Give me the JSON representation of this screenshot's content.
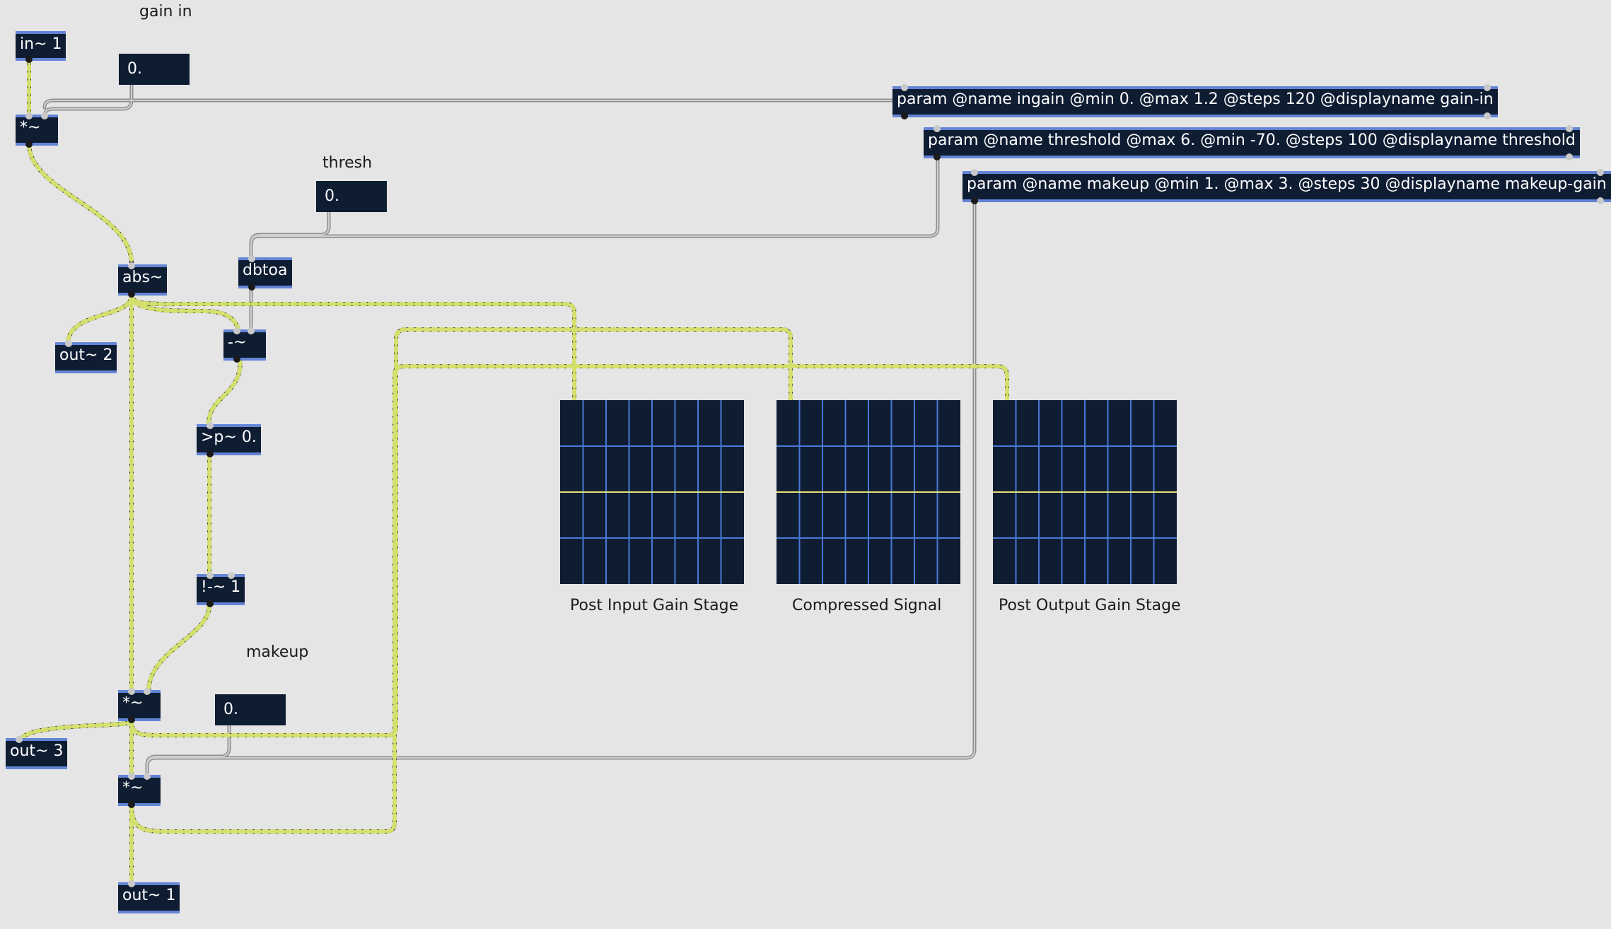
{
  "comments": {
    "gain_in": "gain in",
    "thresh": "thresh",
    "makeup": "makeup"
  },
  "objects": {
    "in1": "in~ 1",
    "mul_in": "*~",
    "abs": "abs~",
    "dbtoa": "dbtoa",
    "minus": "-~",
    "out2": "out~ 2",
    "gtp": ">p~ 0.",
    "rminus": "!-~ 1",
    "mul_comp": "*~",
    "out3": "out~ 3",
    "mul_makeup": "*~",
    "out1": "out~ 1",
    "param_ingain": "param @name ingain @min 0. @max 1.2 @steps 120 @displayname gain-in",
    "param_threshold": "param @name threshold @max 6. @min -70. @steps 100 @displayname threshold",
    "param_makeup": "param @name makeup @min 1. @max 3. @steps 30 @displayname makeup-gain"
  },
  "number_boxes": {
    "gain_in_value": "0.",
    "thresh_value": "0.",
    "makeup_value": "0."
  },
  "scopes": {
    "post_input": "Post Input Gain Stage",
    "compressed": "Compressed Signal",
    "post_output": "Post Output Gain Stage"
  },
  "colors": {
    "canvas": "#e5e5e5",
    "object_fill": "#0f1d33",
    "object_border": "#6384d6",
    "signal_cord": "#c8d96b",
    "control_cord": "#9a9a9a",
    "scope_grid": "#4a78d6",
    "scope_trace": "#e8e070"
  }
}
